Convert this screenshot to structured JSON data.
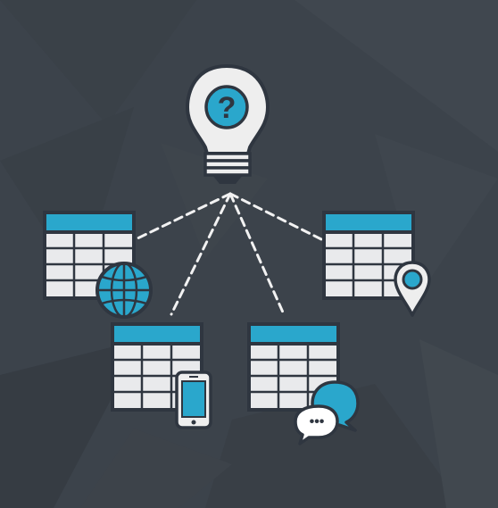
{
  "colors": {
    "background": "#3c434b",
    "background_dark": "#333940",
    "accent": "#2aa7cc",
    "outline": "#2f3640",
    "cell_fill": "#e9eaec",
    "bulb_fill": "#eeeeee",
    "connector": "#f2f2f2"
  },
  "diagram": {
    "center_node": {
      "icon": "lightbulb-question-icon",
      "glyph": "?"
    },
    "tables": [
      {
        "name": "table-web",
        "icon": "globe-icon"
      },
      {
        "name": "table-mobile",
        "icon": "smartphone-icon"
      },
      {
        "name": "table-chat",
        "icon": "chat-bubbles-icon"
      },
      {
        "name": "table-location",
        "icon": "map-pin-icon"
      }
    ],
    "chat_glyph": "•••"
  }
}
